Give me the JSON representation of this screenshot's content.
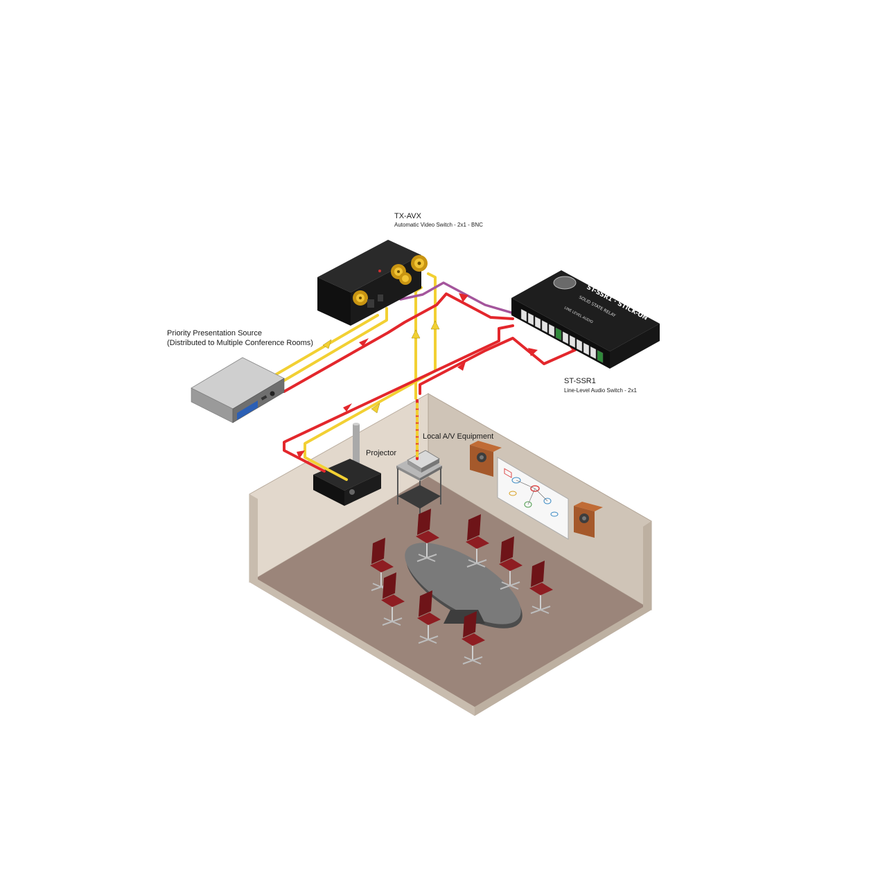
{
  "labels": {
    "tx_avx_title": "TX-AVX",
    "tx_avx_sub": "Automatic Video Switch - 2x1 - BNC",
    "priority_line1": "Priority Presentation Source",
    "priority_line2": "(Distributed to Multiple Conference Rooms)",
    "st_ssr1_title": "ST-SSR1",
    "st_ssr1_sub": "Line-Level Audio Switch - 2x1",
    "local_av": "Local A/V Equipment",
    "projector": "Projector"
  },
  "device_text": {
    "ssr_panel": "ST-SSR1 · STICK-ON",
    "ssr_relay": "SOLID STATE RELAY",
    "ssr_line_level": "LINE LEVEL AUDIO"
  },
  "colors": {
    "video_cable": "#f2d033",
    "audio_cable": "#e3272c",
    "control_cable": "#a4559c",
    "floor": "#9b857a",
    "wall": "#d9cfc2",
    "chair": "#8e1d22",
    "table": "#6f6f6f",
    "device": "#1e1e1e"
  },
  "icons": [
    "arrow-icon",
    "bnc-connector-icon",
    "speaker-icon",
    "whiteboard-icon",
    "chair-icon"
  ]
}
